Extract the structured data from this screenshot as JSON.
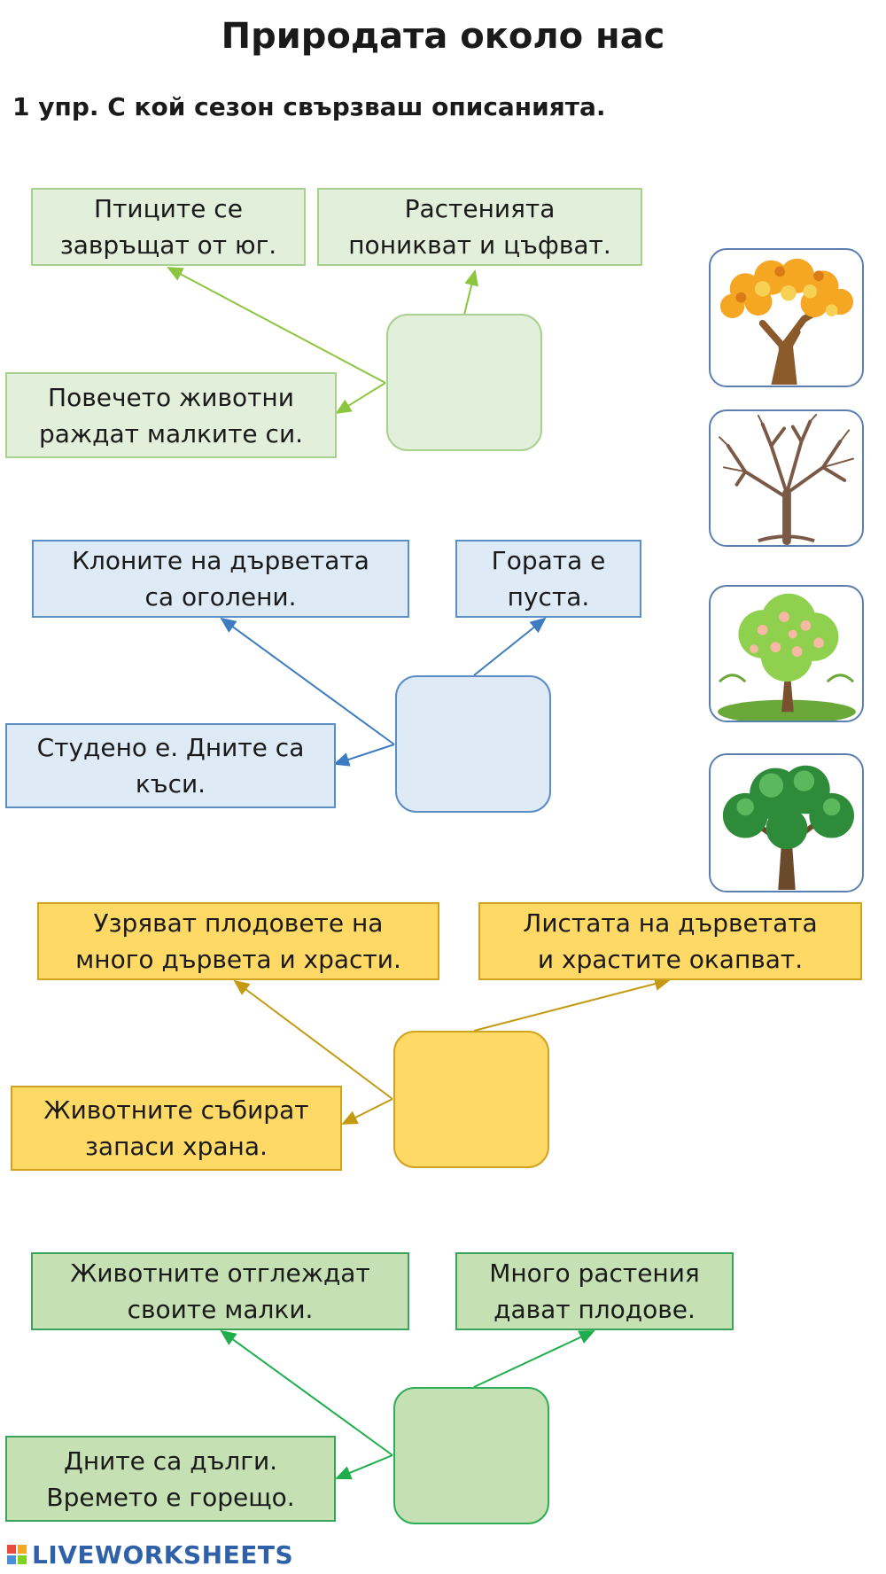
{
  "title": "Природата около нас",
  "task": "1 упр. С кой сезон свързваш описанията.",
  "groups": [
    {
      "top_left": "Птиците се\nзавръщат от юг.",
      "top_right": "Растенията\nпоникват и цъфват.",
      "bottom_left": "Повечето животни\nраждат малките си."
    },
    {
      "top_left": "Клоните на дърветата\nса оголени.",
      "top_right": "Гората е\nпуста.",
      "bottom_left": "Студено е. Дните са\nкъси."
    },
    {
      "top_left": "Узряват плодовете на\nмного дървета и храсти.",
      "top_right": "Листата на дърветата\nи храстите окапват.",
      "bottom_left": "Животните събират\nзапаси храна."
    },
    {
      "top_left": "Животните отглеждат\nсвоите малки.",
      "top_right": "Много растения\nдават плодове.",
      "bottom_left": "Дните са дълги.\nВремето е горещо."
    }
  ],
  "pictures": [
    "autumn-tree-icon",
    "bare-winter-tree-icon",
    "blossoming-spring-tree-icon",
    "green-summer-tree-icon"
  ],
  "colors": {
    "spring": "#e2efda",
    "winter": "#deeaf6",
    "autumn": "#ffd966",
    "summer": "#c5e0b3"
  },
  "footer": {
    "brand": "LIVEWORKSHEETS"
  }
}
